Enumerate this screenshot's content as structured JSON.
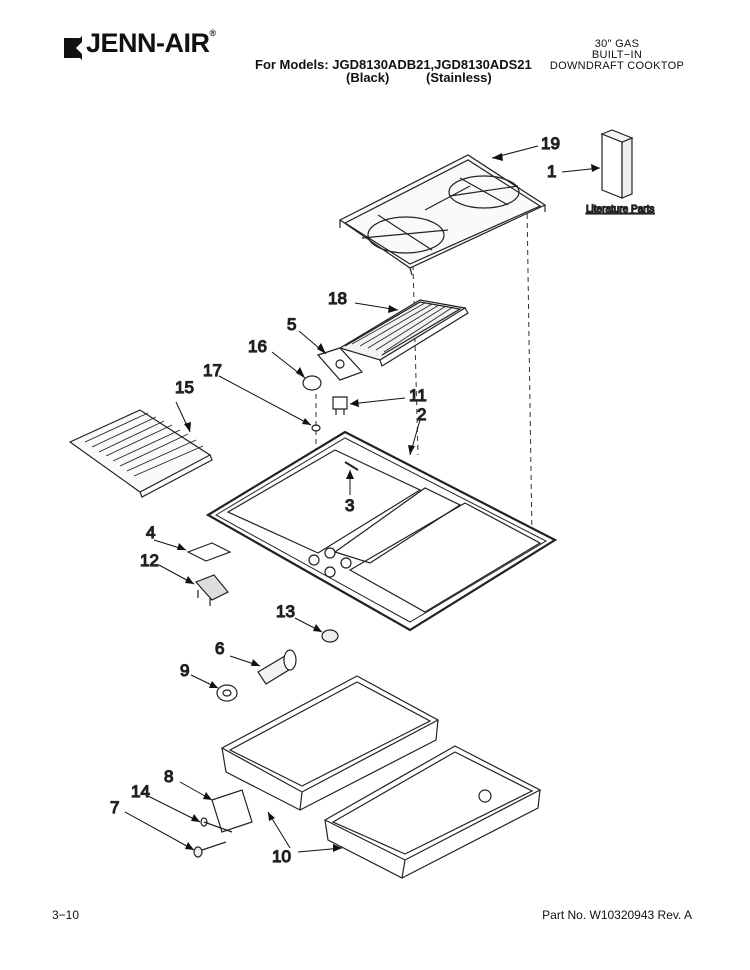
{
  "header": {
    "brand": "JENN-AIR",
    "registered": "®",
    "models_line": "For Models: JGD8130ADB21,JGD8130ADS21",
    "black_label": "(Black)",
    "stainless_label": "(Stainless)",
    "product_line1": "30\" GAS",
    "product_line2": "BUILT−IN",
    "product_line3": "DOWNDRAFT COOKTOP"
  },
  "callouts": {
    "c1": "1",
    "c2": "2",
    "c3": "3",
    "c4": "4",
    "c5": "5",
    "c6": "6",
    "c7": "7",
    "c8": "8",
    "c9": "9",
    "c10": "10",
    "c11": "11",
    "c12": "12",
    "c13": "13",
    "c14": "14",
    "c15": "15",
    "c16": "16",
    "c17": "17",
    "c18": "18",
    "c19": "19"
  },
  "literature_label": "Literature Parts",
  "footer": {
    "page_number": "3−10",
    "part_number": "Part No. W10320943 Rev. A"
  }
}
